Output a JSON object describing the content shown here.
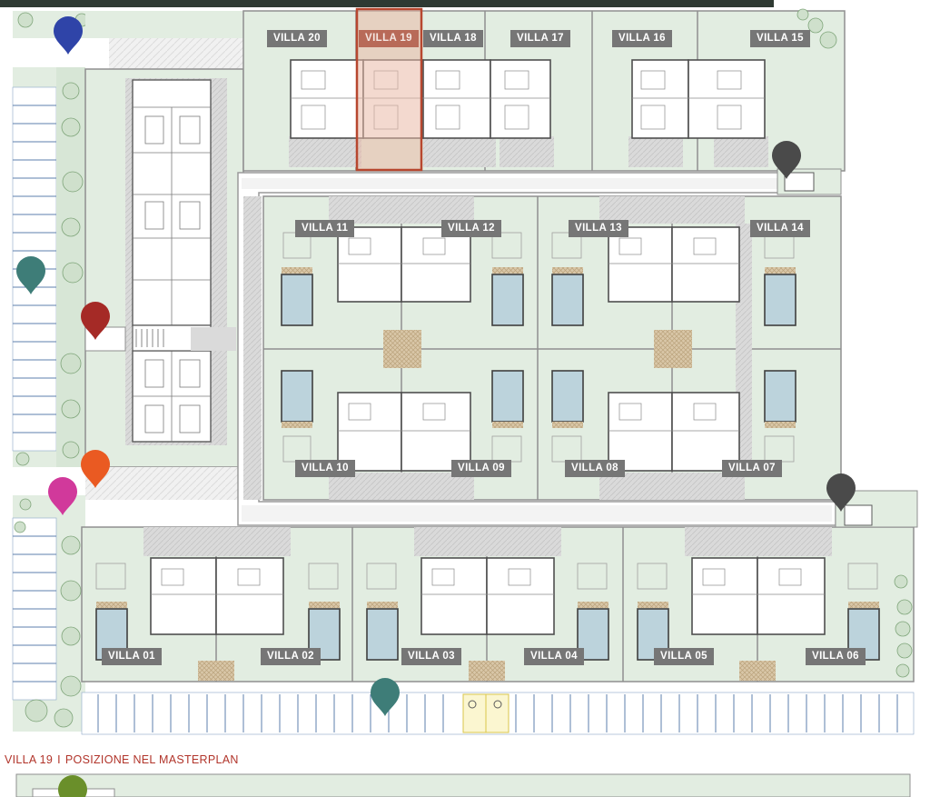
{
  "caption": {
    "villa": "VILLA 19",
    "separator": "I",
    "subtitle": "POSIZIONE NEL MASTERPLAN"
  },
  "highlighted_villa": "VILLA 19",
  "villas": {
    "v20": "VILLA 20",
    "v19": "VILLA 19",
    "v18": "VILLA 18",
    "v17": "VILLA 17",
    "v16": "VILLA 16",
    "v15": "VILLA 15",
    "v11": "VILLA 11",
    "v12": "VILLA 12",
    "v13": "VILLA 13",
    "v14": "VILLA 14",
    "v10": "VILLA 10",
    "v09": "VILLA 09",
    "v08": "VILLA 08",
    "v07": "VILLA 07",
    "v01": "VILLA 01",
    "v02": "VILLA 02",
    "v03": "VILLA 03",
    "v04": "VILLA 04",
    "v05": "VILLA 05",
    "v06": "VILLA 06"
  },
  "markers": {
    "blue": "location-pin-icon",
    "teal": "location-pin-icon",
    "red": "location-pin-icon",
    "orange": "location-pin-icon",
    "magenta": "location-pin-icon",
    "dark_top": "location-pin-icon",
    "dark_right": "location-pin-icon",
    "teal_parking": "location-pin-icon",
    "olive": "location-pin-icon"
  },
  "colors": {
    "lawn": "#e2ede1",
    "paving": "#dcdcdc",
    "road": "#ffffff",
    "wall": "#8f8f8f",
    "label_bg": "#767676",
    "highlight": "#b86a58",
    "caption": "#b1342a",
    "pool": "#bcd3dc",
    "marker_blue": "#2f44a8",
    "marker_teal": "#3e7d78",
    "marker_red": "#a52a26",
    "marker_orange": "#ea5a22",
    "marker_magenta": "#d1399b",
    "marker_dark": "#4a4a4a",
    "marker_olive": "#6a8f2a"
  }
}
